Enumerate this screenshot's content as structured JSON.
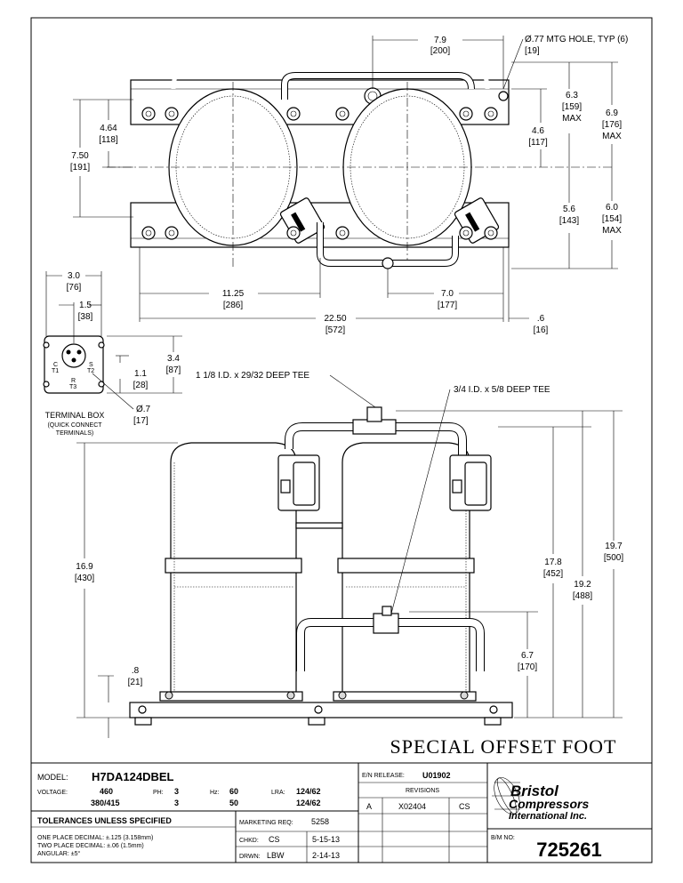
{
  "top_view": {
    "dim_7_9": "7.9",
    "dim_200": "[200]",
    "mtg_hole": "Ø.77 MTG HOLE, TYP (6)",
    "mtg_hole_mm": "[19]",
    "dim_6_3": "6.3",
    "dim_159": "[159]",
    "max1": "MAX",
    "dim_6_9": "6.9",
    "dim_176": "[176]",
    "max2": "MAX",
    "dim_4_6": "4.6",
    "dim_117": "[117]",
    "dim_4_64": "4.64",
    "dim_118": "[118]",
    "dim_7_50": "7.50",
    "dim_191": "[191]",
    "dim_5_6": "5.6",
    "dim_143": "[143]",
    "dim_6_0": "6.0",
    "dim_154": "[154]",
    "max3": "MAX",
    "dim_11_25": "11.25",
    "dim_286": "[286]",
    "dim_7_0": "7.0",
    "dim_177": "[177]",
    "dim_22_50": "22.50",
    "dim_572": "[572]",
    "dim_p6": ".6",
    "dim_16": "[16]"
  },
  "terminal_box": {
    "dim_3_0": "3.0",
    "dim_76": "[76]",
    "dim_1_5": "1.5",
    "dim_38": "[38]",
    "dim_3_4": "3.4",
    "dim_87": "[87]",
    "dim_1_1": "1.1",
    "dim_28": "[28]",
    "dim_p7": "Ø.7",
    "dim_17": "[17]",
    "title": "TERMINAL BOX",
    "sub1": "(QUICK CONNECT",
    "sub2": "TERMINALS)",
    "t_c": "C",
    "t_t1": "T1",
    "t_s": "S",
    "t_t2": "T2",
    "t_r": "R",
    "t_t3": "T3"
  },
  "front_view": {
    "tee1": "1 1/8 I.D. x 29/32 DEEP TEE",
    "tee2": "3/4 I.D. x 5/8 DEEP TEE",
    "dim_16_9": "16.9",
    "dim_430": "[430]",
    "dim_17_8": "17.8",
    "dim_452": "[452]",
    "dim_19_7": "19.7",
    "dim_500": "[500]",
    "dim_19_2": "19.2",
    "dim_488": "[488]",
    "dim_6_7": "6.7",
    "dim_170": "[170]",
    "dim_p8": ".8",
    "dim_21": "[21]"
  },
  "drawing_title": "SPECIAL OFFSET FOOT",
  "title_block": {
    "model_label": "MODEL:",
    "model": "H7DA124DBEL",
    "voltage_label": "VOLTAGE:",
    "voltage1": "460",
    "voltage2": "380/415",
    "ph_label": "PH:",
    "ph1": "3",
    "ph2": "3",
    "hz_label": "Hz:",
    "hz1": "60",
    "hz2": "50",
    "lra_label": "LRA:",
    "lra1": "124/62",
    "lra2": "124/62",
    "tolerances": "TOLERANCES UNLESS SPECIFIED",
    "tol1": "ONE PLACE DECIMAL: ±.125 (3.158mm)",
    "tol2": "TWO PLACE DECIMAL: ±.06 (1.5mm)",
    "tol3": "ANGULAR: ±5°",
    "mkt_label": "MARKETING REQ:",
    "mkt": "5258",
    "chkd_label": "CHKD:",
    "chkd": "CS",
    "chkd_date": "5-15-13",
    "drwn_label": "DRWN:",
    "drwn": "LBW",
    "drwn_date": "2-14-13",
    "en_label": "E/N RELEASE:",
    "en": "U01902",
    "revisions": "REVISIONS",
    "rev": "A",
    "rev_en": "X02404",
    "rev_by": "CS",
    "brand1": "Bristol",
    "brand2": "Compressors",
    "brand3": "International Inc.",
    "bm_label": "B/M NO:",
    "bm": "725261"
  }
}
